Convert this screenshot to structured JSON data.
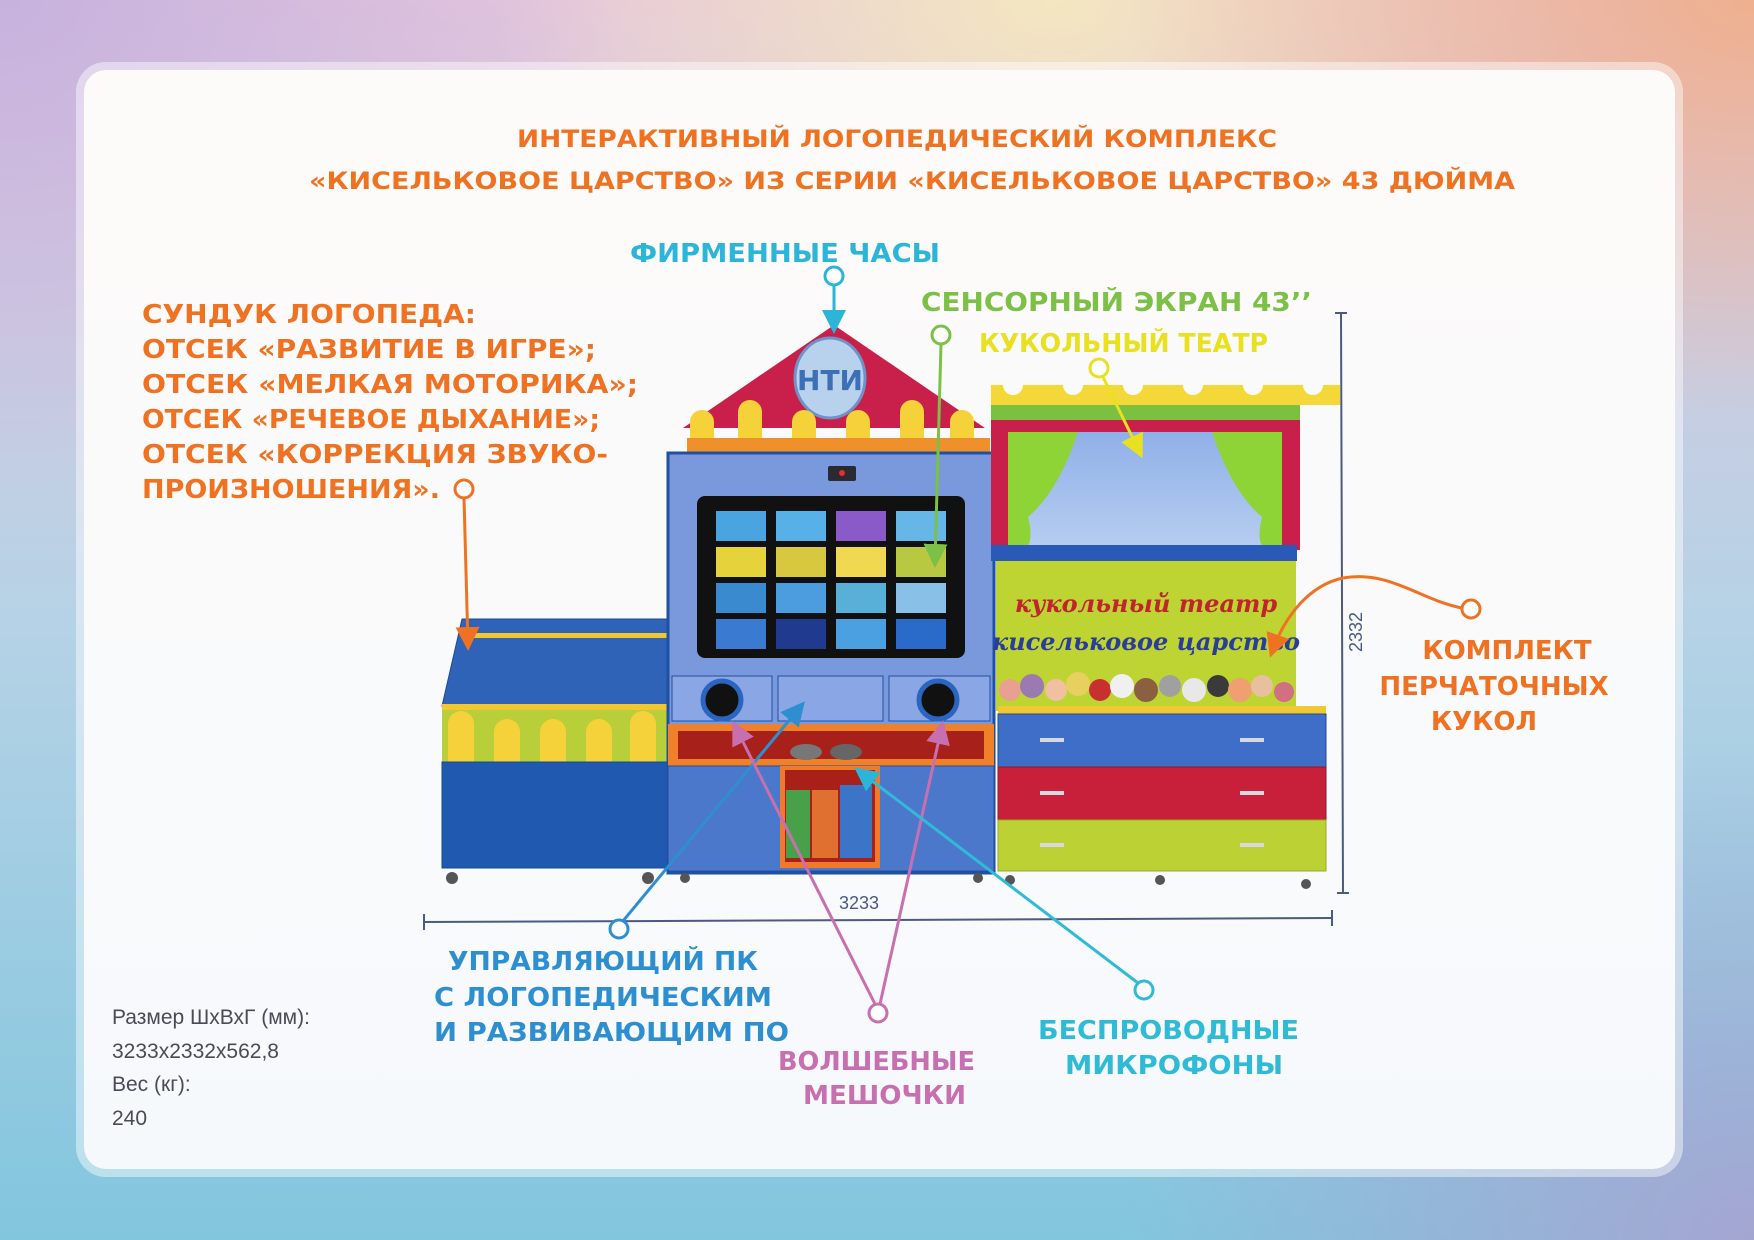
{
  "title": {
    "line1": "ИНТЕРАКТИВНЫЙ ЛОГОПЕДИЧЕСКИЙ КОМПЛЕКС",
    "line2": "«КИСЕЛЬКОВОЕ ЦАРСТВО» ИЗ СЕРИИ «КИСЕЛЬКОВОЕ ЦАРСТВО» 43 ДЮЙМА"
  },
  "callouts": {
    "clock": "ФИРМЕННЫЕ ЧАСЫ",
    "chest": [
      "СУНДУК ЛОГОПЕДА:",
      "ОТСЕК «РАЗВИТИЕ В ИГРЕ»;",
      "ОТСЕК «МЕЛКАЯ МОТОРИКА»;",
      "ОТСЕК «РЕЧЕВОЕ ДЫХАНИЕ»;",
      "ОТСЕК «КОРРЕКЦИЯ ЗВУКО-",
      "ПРОИЗНОШЕНИЯ»."
    ],
    "screen": "СЕНСОРНЫЙ ЭКРАН 43’’",
    "theater": "КУКОЛЬНЫЙ ТЕАТР",
    "puppets": [
      "КОМПЛЕКТ",
      "ПЕРЧАТОЧНЫХ",
      "КУКОЛ"
    ],
    "pc": [
      "УПРАВЛЯЮЩИЙ ПК",
      "С ЛОГОПЕДИЧЕСКИМ",
      "И РАЗВИВАЮЩИМ ПО"
    ],
    "bags": [
      "ВОЛШЕБНЫЕ",
      "МЕШОЧКИ"
    ],
    "mics": [
      "БЕСПРОВОДНЫЕ",
      "МИКРОФОНЫ"
    ]
  },
  "dimensions": {
    "width_label": "3233",
    "height_label": "2332"
  },
  "specs": {
    "size_label": "Размер ШхВхГ (мм):",
    "size_value": "3233x2332x562,8",
    "weight_label": "Вес (кг):",
    "weight_value": "240"
  },
  "product_sign": {
    "line1": "кукольный театр",
    "line2": "кисельковое царство"
  },
  "logo_text": "НТИ",
  "colors": {
    "title": "#ef7222",
    "chest_callout": "#ef7222",
    "clock_callout": "#2bb5d8",
    "screen_callout": "#7cc045",
    "theater_callout": "#e9e020",
    "puppets_callout": "#ef7222",
    "pc_callout": "#2e8fd0",
    "bags_callout": "#c86fb0",
    "mics_callout": "#2fbad6",
    "dimension_line": "#4a5a80"
  }
}
